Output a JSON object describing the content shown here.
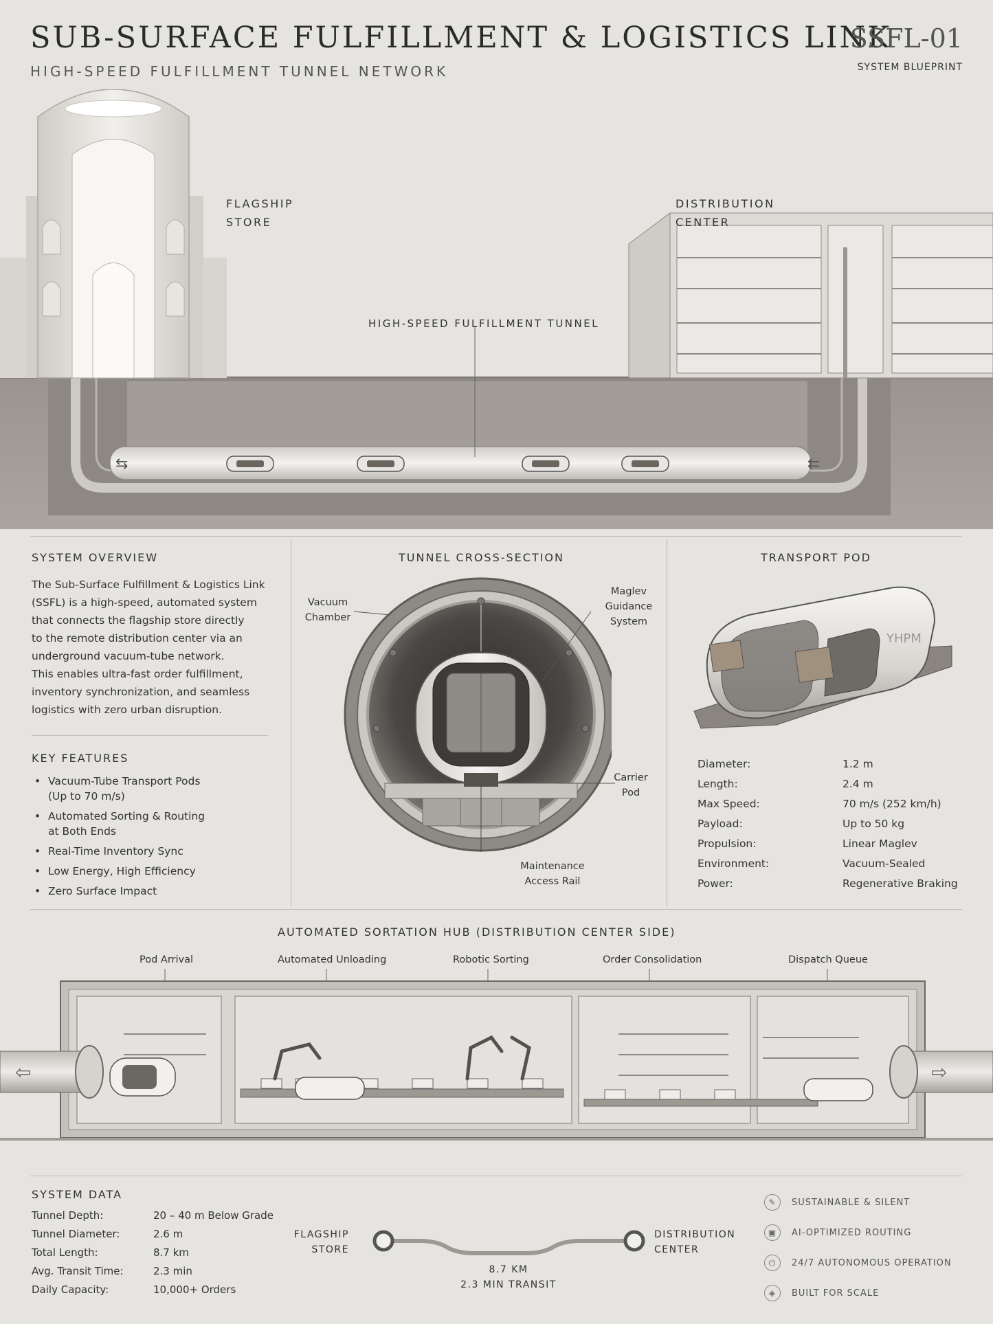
{
  "header": {
    "title": "SUB-SURFACE FULFILLMENT & LOGISTICS LINK",
    "subtitle": "HIGH-SPEED FULFILLMENT TUNNEL NETWORK",
    "code": "SSFL-01",
    "code_sub": "SYSTEM BLUEPRINT"
  },
  "hero": {
    "store_label_1": "FLAGSHIP",
    "store_label_2": "STORE",
    "dc_label_1": "DISTRIBUTION",
    "dc_label_2": "CENTER",
    "tunnel_label": "HIGH-SPEED FULFILLMENT TUNNEL"
  },
  "overview": {
    "heading": "SYSTEM OVERVIEW",
    "lines": [
      "The Sub-Surface Fulfillment & Logistics Link",
      "(SSFL) is a high-speed, automated system",
      "that connects the flagship store directly",
      "to the remote distribution center via an",
      "underground vacuum-tube network.",
      "This enables ultra-fast order fulfillment,",
      "inventory synchronization, and seamless",
      "logistics with zero urban disruption."
    ]
  },
  "features": {
    "heading": "KEY FEATURES",
    "items": [
      [
        "Vacuum-Tube Transport Pods",
        "(Up to 70 m/s)"
      ],
      [
        "Automated Sorting & Routing",
        "at Both Ends"
      ],
      [
        "Real-Time Inventory Sync"
      ],
      [
        "Low Energy, High Efficiency"
      ],
      [
        "Zero Surface Impact"
      ]
    ]
  },
  "cross_section": {
    "heading": "TUNNEL CROSS-SECTION",
    "vacuum_1": "Vacuum",
    "vacuum_2": "Chamber",
    "maglev_1": "Maglev",
    "maglev_2": "Guidance",
    "maglev_3": "System",
    "carrier_1": "Carrier",
    "carrier_2": "Pod",
    "rail_1": "Maintenance",
    "rail_2": "Access Rail"
  },
  "pod": {
    "heading": "TRANSPORT POD",
    "brand": "YHPM",
    "specs": [
      {
        "k": "Diameter:",
        "v": "1.2 m"
      },
      {
        "k": "Length:",
        "v": "2.4 m"
      },
      {
        "k": "Max Speed:",
        "v": "70 m/s (252 km/h)"
      },
      {
        "k": "Payload:",
        "v": "Up to 50 kg"
      },
      {
        "k": "Propulsion:",
        "v": "Linear Maglev"
      },
      {
        "k": "Environment:",
        "v": "Vacuum-Sealed"
      },
      {
        "k": "Power:",
        "v": "Regenerative Braking"
      }
    ]
  },
  "hub": {
    "heading": "AUTOMATED SORTATION HUB (DISTRIBUTION CENTER SIDE)",
    "stages": [
      "Pod Arrival",
      "Automated Unloading",
      "Robotic Sorting",
      "Order Consolidation",
      "Dispatch Queue"
    ]
  },
  "system_data": {
    "heading": "SYSTEM DATA",
    "rows": [
      {
        "k": "Tunnel Depth:",
        "v": "20 – 40 m Below Grade"
      },
      {
        "k": "Tunnel Diameter:",
        "v": "2.6 m"
      },
      {
        "k": "Total Length:",
        "v": "8.7 km"
      },
      {
        "k": "Avg. Transit Time:",
        "v": "2.3 min"
      },
      {
        "k": "Daily Capacity:",
        "v": "10,000+ Orders"
      }
    ]
  },
  "route": {
    "from_1": "FLAGSHIP",
    "from_2": "STORE",
    "to_1": "DISTRIBUTION",
    "to_2": "CENTER",
    "distance": "8.7 KM",
    "transit": "2.3 MIN TRANSIT"
  },
  "badges": [
    {
      "icon": "leaf-icon",
      "label": "SUSTAINABLE & SILENT"
    },
    {
      "icon": "chip-icon",
      "label": "AI-OPTIMIZED ROUTING"
    },
    {
      "icon": "power-icon",
      "label": "24/7 AUTONOMOUS OPERATION"
    },
    {
      "icon": "cube-icon",
      "label": "BUILT FOR SCALE"
    }
  ]
}
